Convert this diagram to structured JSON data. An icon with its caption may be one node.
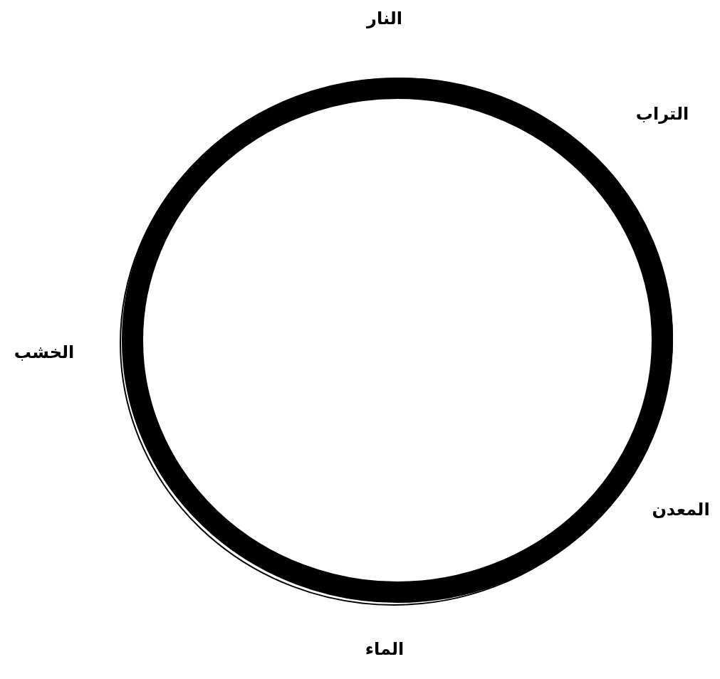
{
  "diagram": {
    "labels": [
      "النار",
      "التراب",
      "الخشب",
      "المعدن",
      "الماء"
    ]
  }
}
